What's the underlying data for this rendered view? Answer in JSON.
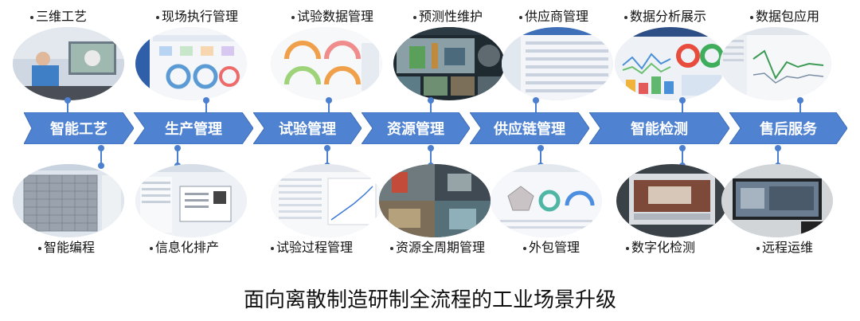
{
  "stages": [
    "智能工艺",
    "生产管理",
    "试验管理",
    "资源管理",
    "供应链管理",
    "智能检测",
    "售后服务"
  ],
  "top_labels": [
    "三维工艺",
    "现场执行管理",
    "试验数据管理",
    "预测性维护",
    "供应商管理",
    "数据分析展示",
    "数据包应用"
  ],
  "bottom_labels": [
    "智能编程",
    "信息化排产",
    "试验过程管理",
    "资源全周期管理",
    "外包管理",
    "数字化检测",
    "远程运维"
  ],
  "caption": "面向离散制造研制全流程的工业场景升级",
  "colors": {
    "arrow_fill": "#4f83d2",
    "arrow_edge": "#3c6bb5",
    "connector": "#4c7fcf"
  }
}
